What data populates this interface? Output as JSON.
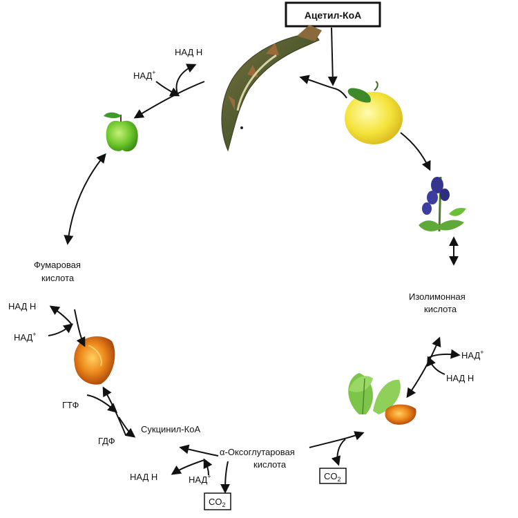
{
  "top_box": "Ацетил-КоА",
  "labels": {
    "nadh_top": "НАД Н",
    "nad_top": "НАД",
    "nad_plus": "+",
    "fumaric_1": "Фумаровая",
    "fumaric_2": "кислота",
    "isocitric_1": "Изолимонная",
    "isocitric_2": "кислота",
    "nadh_left": "НАД Н",
    "nad_left": "НАД",
    "gtp": "ГТФ",
    "gdp": "ГДФ",
    "succinyl": "Сукцинил-КоА",
    "oxo_1": "α-Оксоглутаровая",
    "oxo_2": "кислота",
    "nadh_bottom": "НАД Н",
    "nad_bottom": "НАД",
    "nad_right": "НАД",
    "nadh_right": "НАД Н",
    "co2": "CO",
    "co2_sub": "2"
  },
  "icons": [
    "pike-fish-icon",
    "lemon-icon",
    "aconite-flower-icon",
    "sorrel-leaves-icon",
    "amber-stone-icon",
    "apple-icon"
  ],
  "colors": {
    "arrow": "#111111",
    "apple": "#6cc62a",
    "lemon": "#f2e23a",
    "flower": "#3a3a9a",
    "leaf": "#6cbf3a",
    "amber": "#e2761a"
  }
}
